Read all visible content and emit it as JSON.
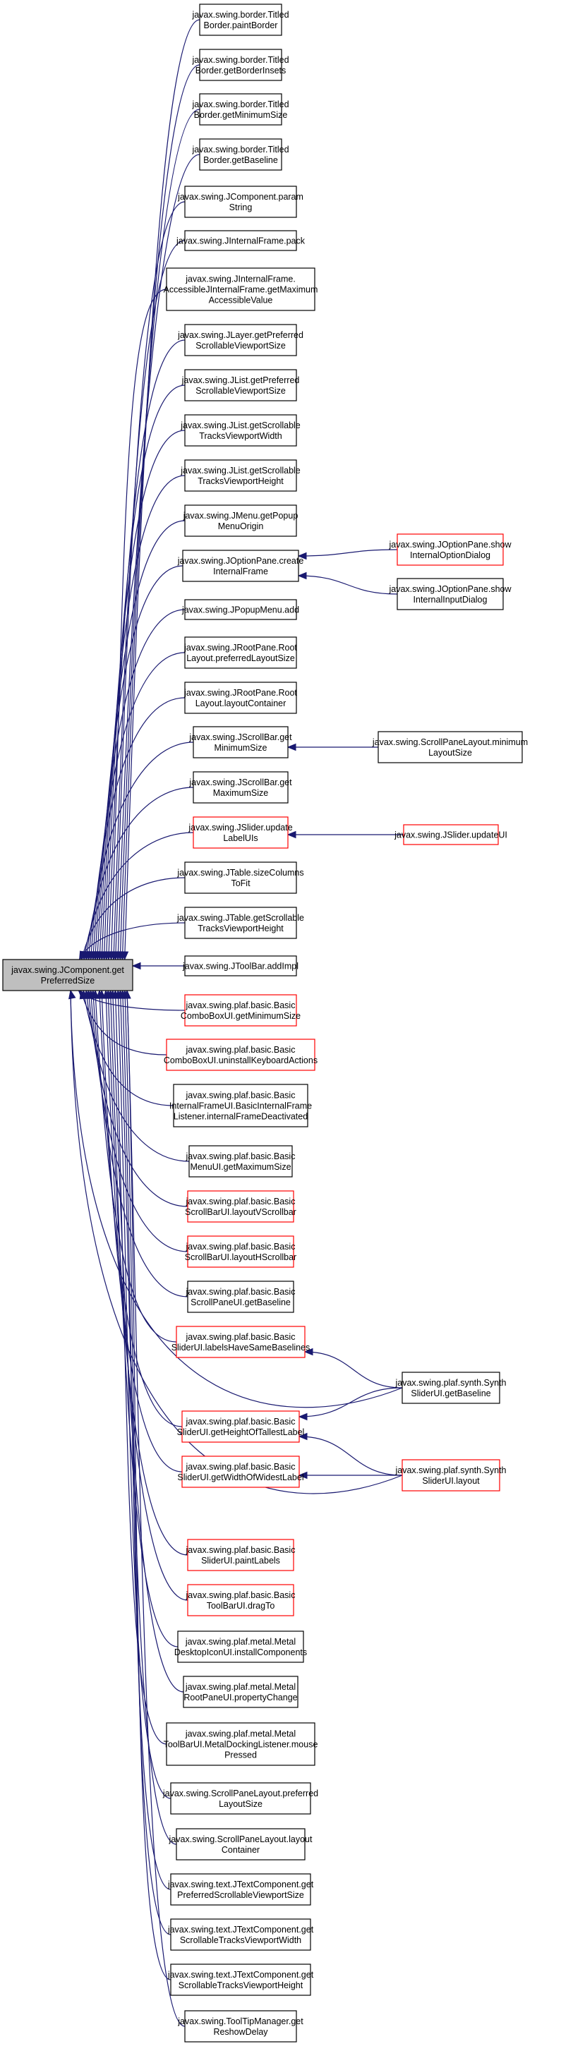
{
  "diagram": {
    "type": "call-graph",
    "root": {
      "id": "root",
      "lines": [
        "javax.swing.JComponent.get",
        "PreferredSize"
      ]
    },
    "nodes": [
      {
        "id": "n1",
        "lines": [
          "javax.swing.border.Titled",
          "Border.paintBorder"
        ],
        "border": "black"
      },
      {
        "id": "n2",
        "lines": [
          "javax.swing.border.Titled",
          "Border.getBorderInsets"
        ],
        "border": "black"
      },
      {
        "id": "n3",
        "lines": [
          "javax.swing.border.Titled",
          "Border.getMinimumSize"
        ],
        "border": "black"
      },
      {
        "id": "n4",
        "lines": [
          "javax.swing.border.Titled",
          "Border.getBaseline"
        ],
        "border": "black"
      },
      {
        "id": "n5",
        "lines": [
          "javax.swing.JComponent.param",
          "String"
        ],
        "border": "black"
      },
      {
        "id": "n6",
        "lines": [
          "javax.swing.JInternalFrame.pack"
        ],
        "border": "black"
      },
      {
        "id": "n7",
        "lines": [
          "javax.swing.JInternalFrame.",
          "AccessibleJInternalFrame.getMaximum",
          "AccessibleValue"
        ],
        "border": "black"
      },
      {
        "id": "n8",
        "lines": [
          "javax.swing.JLayer.getPreferred",
          "ScrollableViewportSize"
        ],
        "border": "black"
      },
      {
        "id": "n9",
        "lines": [
          "javax.swing.JList.getPreferred",
          "ScrollableViewportSize"
        ],
        "border": "black"
      },
      {
        "id": "n10",
        "lines": [
          "javax.swing.JList.getScrollable",
          "TracksViewportWidth"
        ],
        "border": "black"
      },
      {
        "id": "n11",
        "lines": [
          "javax.swing.JList.getScrollable",
          "TracksViewportHeight"
        ],
        "border": "black"
      },
      {
        "id": "n12",
        "lines": [
          "javax.swing.JMenu.getPopup",
          "MenuOrigin"
        ],
        "border": "black"
      },
      {
        "id": "n13",
        "lines": [
          "javax.swing.JOptionPane.create",
          "InternalFrame"
        ],
        "border": "black"
      },
      {
        "id": "n14",
        "lines": [
          "javax.swing.JPopupMenu.add"
        ],
        "border": "black"
      },
      {
        "id": "n15",
        "lines": [
          "javax.swing.JRootPane.Root",
          "Layout.preferredLayoutSize"
        ],
        "border": "black"
      },
      {
        "id": "n16",
        "lines": [
          "javax.swing.JRootPane.Root",
          "Layout.layoutContainer"
        ],
        "border": "black"
      },
      {
        "id": "n17",
        "lines": [
          "javax.swing.JScrollBar.get",
          "MinimumSize"
        ],
        "border": "black"
      },
      {
        "id": "n18",
        "lines": [
          "javax.swing.JScrollBar.get",
          "MaximumSize"
        ],
        "border": "black"
      },
      {
        "id": "n19",
        "lines": [
          "javax.swing.JSlider.update",
          "LabelUIs"
        ],
        "border": "red"
      },
      {
        "id": "n20",
        "lines": [
          "javax.swing.JTable.sizeColumns",
          "ToFit"
        ],
        "border": "black"
      },
      {
        "id": "n21",
        "lines": [
          "javax.swing.JTable.getScrollable",
          "TracksViewportHeight"
        ],
        "border": "black"
      },
      {
        "id": "n22",
        "lines": [
          "javax.swing.JToolBar.addImpl"
        ],
        "border": "black"
      },
      {
        "id": "n23",
        "lines": [
          "javax.swing.plaf.basic.Basic",
          "ComboBoxUI.getMinimumSize"
        ],
        "border": "red"
      },
      {
        "id": "n24",
        "lines": [
          "javax.swing.plaf.basic.Basic",
          "ComboBoxUI.uninstallKeyboardActions"
        ],
        "border": "red"
      },
      {
        "id": "n25",
        "lines": [
          "javax.swing.plaf.basic.Basic",
          "InternalFrameUI.BasicInternalFrame",
          "Listener.internalFrameDeactivated"
        ],
        "border": "black"
      },
      {
        "id": "n26",
        "lines": [
          "javax.swing.plaf.basic.Basic",
          "MenuUI.getMaximumSize"
        ],
        "border": "black"
      },
      {
        "id": "n27",
        "lines": [
          "javax.swing.plaf.basic.Basic",
          "ScrollBarUI.layoutVScrollbar"
        ],
        "border": "red"
      },
      {
        "id": "n28",
        "lines": [
          "javax.swing.plaf.basic.Basic",
          "ScrollBarUI.layoutHScrollbar"
        ],
        "border": "red"
      },
      {
        "id": "n29",
        "lines": [
          "javax.swing.plaf.basic.Basic",
          "ScrollPaneUI.getBaseline"
        ],
        "border": "black"
      },
      {
        "id": "n30",
        "lines": [
          "javax.swing.plaf.basic.Basic",
          "SliderUI.labelsHaveSameBaselines"
        ],
        "border": "red"
      },
      {
        "id": "n31",
        "lines": [
          "javax.swing.plaf.basic.Basic",
          "SliderUI.getHeightOfTallestLabel"
        ],
        "border": "red"
      },
      {
        "id": "n32",
        "lines": [
          "javax.swing.plaf.basic.Basic",
          "SliderUI.getWidthOfWidestLabel"
        ],
        "border": "red"
      },
      {
        "id": "n33",
        "lines": [
          "javax.swing.plaf.basic.Basic",
          "SliderUI.paintLabels"
        ],
        "border": "red"
      },
      {
        "id": "n34",
        "lines": [
          "javax.swing.plaf.basic.Basic",
          "ToolBarUI.dragTo"
        ],
        "border": "red"
      },
      {
        "id": "n35",
        "lines": [
          "javax.swing.plaf.metal.Metal",
          "DesktopIconUI.installComponents"
        ],
        "border": "black"
      },
      {
        "id": "n36",
        "lines": [
          "javax.swing.plaf.metal.Metal",
          "RootPaneUI.propertyChange"
        ],
        "border": "black"
      },
      {
        "id": "n37",
        "lines": [
          "javax.swing.plaf.metal.Metal",
          "ToolBarUI.MetalDockingListener.mouse",
          "Pressed"
        ],
        "border": "black"
      },
      {
        "id": "n38",
        "lines": [
          "javax.swing.ScrollPaneLayout.preferred",
          "LayoutSize"
        ],
        "border": "black"
      },
      {
        "id": "n39",
        "lines": [
          "javax.swing.ScrollPaneLayout.layout",
          "Container"
        ],
        "border": "black"
      },
      {
        "id": "n40",
        "lines": [
          "javax.swing.text.JTextComponent.get",
          "PreferredScrollableViewportSize"
        ],
        "border": "black"
      },
      {
        "id": "n41",
        "lines": [
          "javax.swing.text.JTextComponent.get",
          "ScrollableTracksViewportWidth"
        ],
        "border": "black"
      },
      {
        "id": "n42",
        "lines": [
          "javax.swing.text.JTextComponent.get",
          "ScrollableTracksViewportHeight"
        ],
        "border": "black"
      },
      {
        "id": "n43",
        "lines": [
          "javax.swing.ToolTipManager.get",
          "ReshowDelay"
        ],
        "border": "black"
      },
      {
        "id": "m1",
        "lines": [
          "javax.swing.JOptionPane.show",
          "InternalOptionDialog"
        ],
        "border": "red"
      },
      {
        "id": "m2",
        "lines": [
          "javax.swing.JOptionPane.show",
          "InternalInputDialog"
        ],
        "border": "black"
      },
      {
        "id": "m3",
        "lines": [
          "javax.swing.ScrollPaneLayout.minimum",
          "LayoutSize"
        ],
        "border": "black"
      },
      {
        "id": "m4",
        "lines": [
          "javax.swing.JSlider.updateUI"
        ],
        "border": "red"
      },
      {
        "id": "m5",
        "lines": [
          "javax.swing.plaf.synth.Synth",
          "SliderUI.getBaseline"
        ],
        "border": "black"
      },
      {
        "id": "m6",
        "lines": [
          "javax.swing.plaf.synth.Synth",
          "SliderUI.layout"
        ],
        "border": "red"
      }
    ],
    "edges": [
      [
        "n1",
        "root"
      ],
      [
        "n2",
        "root"
      ],
      [
        "n3",
        "root"
      ],
      [
        "n4",
        "root"
      ],
      [
        "n5",
        "root"
      ],
      [
        "n6",
        "root"
      ],
      [
        "n7",
        "root"
      ],
      [
        "n8",
        "root"
      ],
      [
        "n9",
        "root"
      ],
      [
        "n10",
        "root"
      ],
      [
        "n11",
        "root"
      ],
      [
        "n12",
        "root"
      ],
      [
        "n13",
        "root"
      ],
      [
        "n14",
        "root"
      ],
      [
        "n15",
        "root"
      ],
      [
        "n16",
        "root"
      ],
      [
        "n17",
        "root"
      ],
      [
        "n18",
        "root"
      ],
      [
        "n19",
        "root"
      ],
      [
        "n20",
        "root"
      ],
      [
        "n21",
        "root"
      ],
      [
        "n22",
        "root"
      ],
      [
        "n23",
        "root"
      ],
      [
        "n24",
        "root"
      ],
      [
        "n25",
        "root"
      ],
      [
        "n26",
        "root"
      ],
      [
        "n27",
        "root"
      ],
      [
        "n28",
        "root"
      ],
      [
        "n29",
        "root"
      ],
      [
        "n30",
        "root"
      ],
      [
        "n31",
        "root"
      ],
      [
        "n32",
        "root"
      ],
      [
        "n33",
        "root"
      ],
      [
        "n34",
        "root"
      ],
      [
        "n35",
        "root"
      ],
      [
        "n36",
        "root"
      ],
      [
        "n37",
        "root"
      ],
      [
        "n38",
        "root"
      ],
      [
        "n39",
        "root"
      ],
      [
        "n40",
        "root"
      ],
      [
        "n41",
        "root"
      ],
      [
        "n42",
        "root"
      ],
      [
        "n43",
        "root"
      ],
      [
        "m1",
        "n13"
      ],
      [
        "m2",
        "n13"
      ],
      [
        "m3",
        "n17"
      ],
      [
        "m4",
        "n19"
      ],
      [
        "m5",
        "n30"
      ],
      [
        "m5",
        "n31"
      ],
      [
        "m5",
        "root"
      ],
      [
        "m6",
        "n31"
      ],
      [
        "m6",
        "n32"
      ],
      [
        "m6",
        "root"
      ]
    ]
  }
}
